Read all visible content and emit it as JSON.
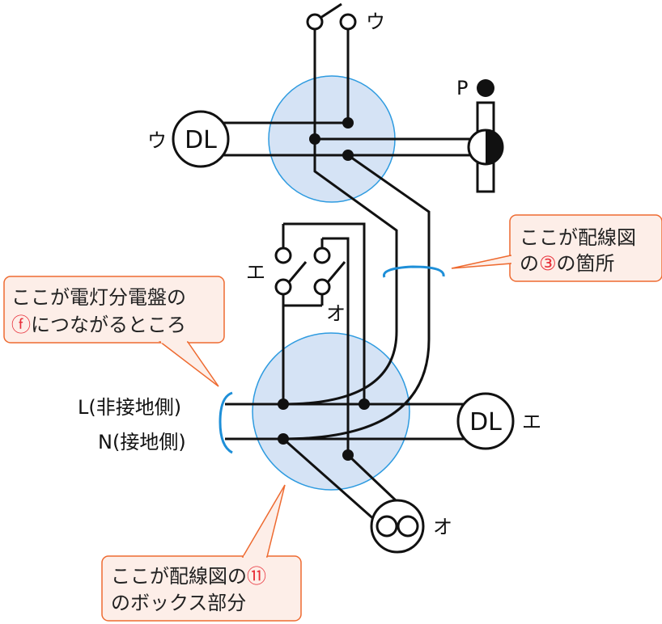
{
  "labels": {
    "u_switch": "ウ",
    "u_light": "ウ",
    "e_switch": "エ",
    "e_light": "エ",
    "o_switch": "オ",
    "o_outlet": "オ",
    "pilot": "P",
    "dl_u": "DL",
    "dl_e": "DL",
    "line_l": "L(非接地側)",
    "line_n": "N(接地側)"
  },
  "callouts": {
    "c1_line1_a": "ここが配線図",
    "c1_line2_a": "の",
    "c1_line2_num": "③",
    "c1_line2_b": "の箇所",
    "c2_line1": "ここが電灯分電盤の",
    "c2_line2_num": "ⓕ",
    "c2_line2_b": "につながるところ",
    "c3_line1_a": "ここが配線図の",
    "c3_line1_num": "⑪",
    "c3_line2": "のボックス部分"
  },
  "colors": {
    "box_fill": "#d5e3f5",
    "box_stroke": "#2e9be0",
    "wire": "#111111",
    "callout_fill": "#fdeee8",
    "callout_stroke": "#ee6a30",
    "number_red": "#e8303a",
    "sleeve_blue": "#1e8fd8"
  }
}
